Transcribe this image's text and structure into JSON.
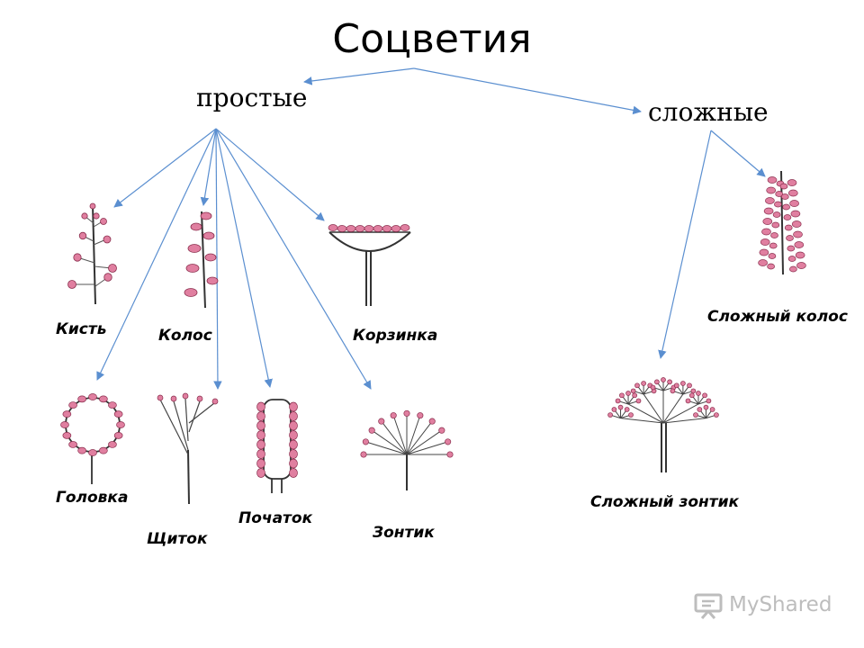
{
  "title": "Соцветия",
  "categories": {
    "simple": "простые",
    "complex": "сложные"
  },
  "labels": {
    "kist": "Кисть",
    "kolos": "Колос",
    "korzinka": "Корзинка",
    "golovka": "Головка",
    "shchitok": "Щиток",
    "pochatok": "Початок",
    "zontik": "Зонтик",
    "slozhny_kolos": "Сложный колос",
    "slozhny_zontik": "Сложный зонтик"
  },
  "logo_text": "MyShared",
  "colors": {
    "arrow": "#5b8fd0",
    "flower": "#e07fa0",
    "outline": "#333333"
  }
}
